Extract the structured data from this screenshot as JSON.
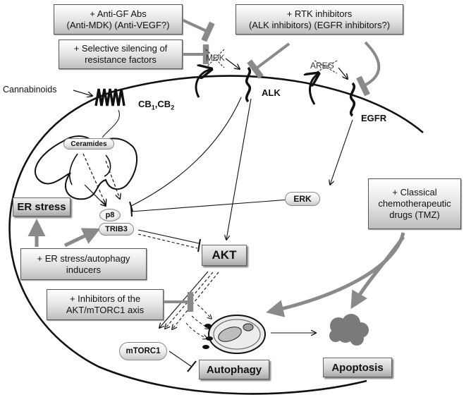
{
  "boxes": {
    "anti_gf": {
      "line1": "+ Anti-GF Abs",
      "line2": "(Anti-MDK) (Anti-VEGF?)"
    },
    "silencing": {
      "line1": "+ Selective silencing of",
      "line2": "resistance factors"
    },
    "rtk": {
      "line1": "+ RTK inhibitors",
      "line2": "(ALK inhibitors) (EGFR inhibitors?)"
    },
    "chemo": {
      "line1": "+ Classical",
      "line2": "chemotherapeutic",
      "line3": "drugs (TMZ)"
    },
    "er_inducers": {
      "line1": "+ ER stress/autophagy",
      "line2": "inducers"
    },
    "akt_inhibitors": {
      "line1": "+ Inhibitors of the",
      "line2": "AKT/mTORC1 axis"
    }
  },
  "labels": {
    "cannabinoids": "Cannabinoids",
    "cb_receptors_main": "CB",
    "cb_sub1": "1",
    "cb_sep": ",CB",
    "cb_sub2": "2",
    "mdk": "MDK",
    "alk": "ALK",
    "areg": "AREG",
    "egfr": "EGFR",
    "ceramides": "Ceramides",
    "er_stress": "ER stress",
    "p8": "p8",
    "trib3": "TRIB3",
    "erk": "ERK",
    "akt": "AKT",
    "mtorc1": "mTORC1",
    "autophagy": "Autophagy",
    "apoptosis": "Apoptosis"
  },
  "colors": {
    "inhibitor_arrow": "#8a8a8a",
    "membrane": "#111111",
    "apoptotic_body": "#7a7a7a"
  }
}
